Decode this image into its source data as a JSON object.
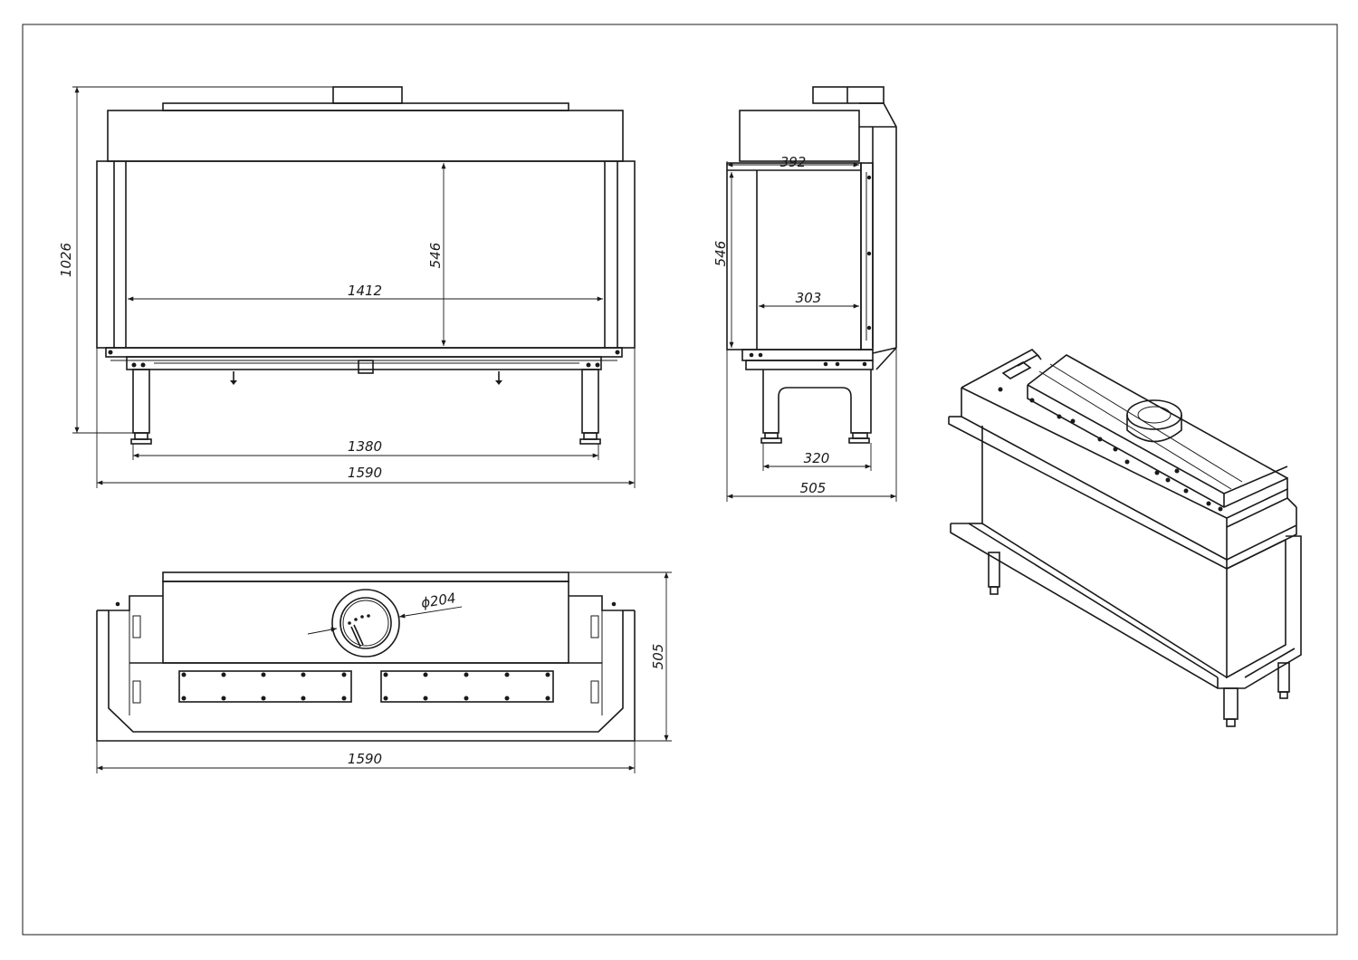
{
  "drawing": {
    "frame_color": "#1a1a1a",
    "front_view": {
      "overall_height": "1026",
      "glass_height": "546",
      "glass_width": "1412",
      "leg_spacing": "1380",
      "overall_width": "1590"
    },
    "side_view": {
      "top_depth": "392",
      "glass_height": "546",
      "inner_depth": "303",
      "leg_span": "320",
      "overall_depth": "505"
    },
    "top_view": {
      "flue_diameter": "ϕ204",
      "overall_depth": "505",
      "overall_width": "1590"
    }
  }
}
